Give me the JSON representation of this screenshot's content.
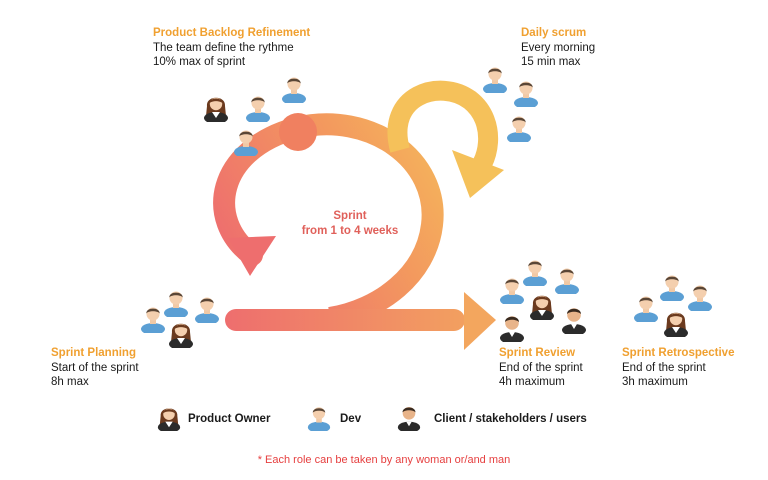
{
  "colors": {
    "title_orange": "#f0a030",
    "sprint_red": "#e0605a",
    "note_red": "#e64040",
    "gradient_start": "#ee6e6e",
    "gradient_end": "#f5c15a",
    "dev_shirt": "#5b9fd4",
    "client_shirt": "#2b2b2b",
    "po_hair": "#6b3a1e"
  },
  "center": {
    "line1": "Sprint",
    "line2": "from 1 to 4 weeks"
  },
  "events": {
    "backlog": {
      "title": "Product Backlog Refinement",
      "line1": "The team define the rythme",
      "line2": "10% max of sprint"
    },
    "daily": {
      "title": "Daily scrum",
      "line1": "Every morning",
      "line2": "15 min max"
    },
    "planning": {
      "title": "Sprint Planning",
      "line1": "Start of the sprint",
      "line2": "8h max"
    },
    "review": {
      "title": "Sprint Review",
      "line1": "End of the sprint",
      "line2": "4h maximum"
    },
    "retro": {
      "title": "Sprint Retrospective",
      "line1": "End of the sprint",
      "line2": "3h maximum"
    }
  },
  "legend": {
    "product_owner": "Product Owner",
    "dev": "Dev",
    "client": "Client / stakeholders / users"
  },
  "icons": {
    "product_owner": "woman-icon",
    "dev": "man-blue-shirt-icon",
    "client": "man-dark-shirt-icon"
  },
  "footnote": "* Each role can be taken by any woman or/and man"
}
